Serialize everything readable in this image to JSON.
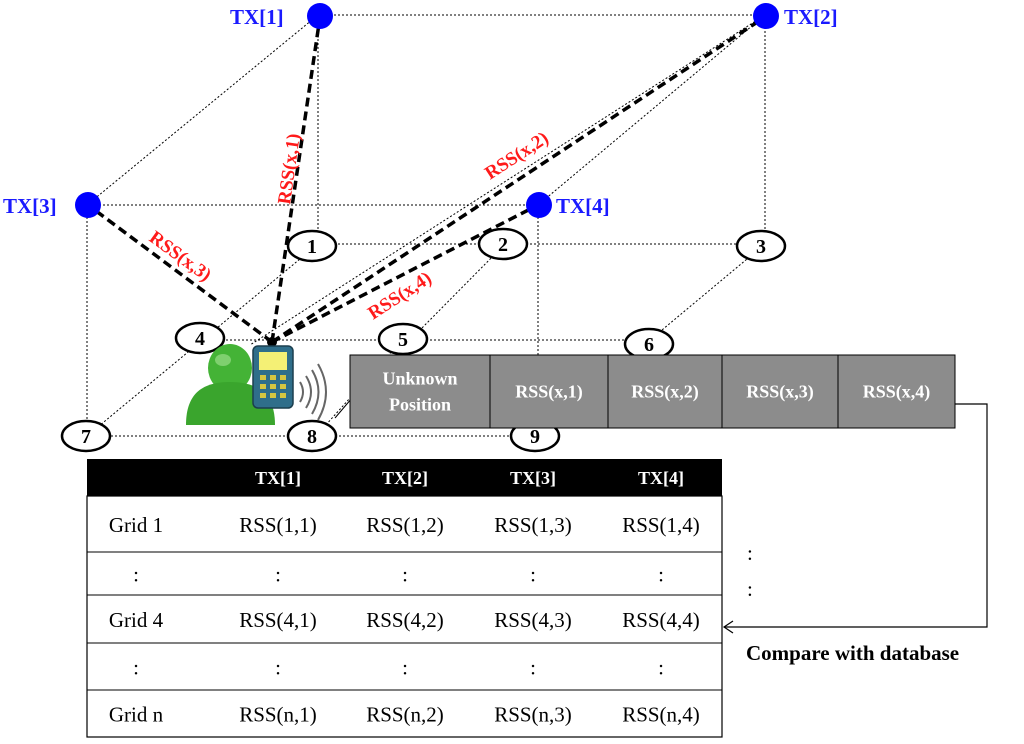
{
  "transmitters": [
    {
      "label": "TX[1]"
    },
    {
      "label": "TX[2]"
    },
    {
      "label": "TX[3]"
    },
    {
      "label": "TX[4]"
    }
  ],
  "rss_links": [
    {
      "label": "RSS(x,1)"
    },
    {
      "label": "RSS(x,2)"
    },
    {
      "label": "RSS(x,3)"
    },
    {
      "label": "RSS(x,4)"
    }
  ],
  "grid_points": [
    "1",
    "2",
    "3",
    "4",
    "5",
    "6",
    "7",
    "8",
    "9"
  ],
  "measurement_bar": {
    "cells": [
      "Unknown\nPosition",
      "RSS(x,1)",
      "RSS(x,2)",
      "RSS(x,3)",
      "RSS(x,4)"
    ]
  },
  "database": {
    "headers": [
      "",
      "TX[1]",
      "TX[2]",
      "TX[3]",
      "TX[4]"
    ],
    "rows": [
      [
        "Grid 1",
        "RSS(1,1)",
        "RSS(1,2)",
        "RSS(1,3)",
        "RSS(1,4)"
      ],
      [
        ":",
        ":",
        ":",
        ":",
        ":"
      ],
      [
        "Grid 4",
        "RSS(4,1)",
        "RSS(4,2)",
        "RSS(4,3)",
        "RSS(4,4)"
      ],
      [
        ":",
        ":",
        ":",
        ":",
        ":"
      ],
      [
        "Grid n",
        "RSS(n,1)",
        "RSS(n,2)",
        "RSS(n,3)",
        "RSS(n,4)"
      ]
    ],
    "side_dots": [
      ":",
      ":"
    ]
  },
  "compare_label": "Compare with database",
  "colors": {
    "transmitter": "#0000ff",
    "tx_label": "#1a1aff",
    "rss_label": "#ff1a1a",
    "bar_fill": "#8c8c8c",
    "header_fill": "#000000",
    "person": "#3cae2e",
    "phone": "#2f6e8a"
  }
}
